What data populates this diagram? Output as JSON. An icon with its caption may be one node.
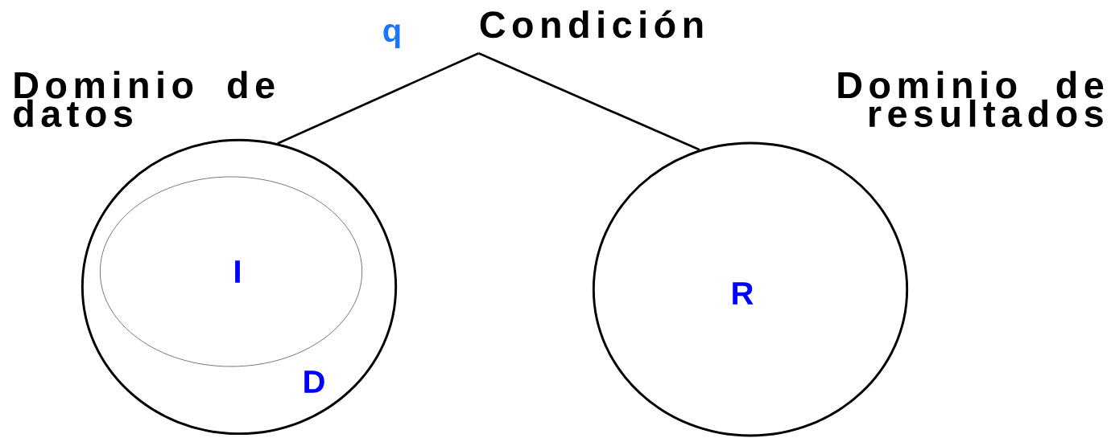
{
  "diagram": {
    "nodes": [
      {
        "text": [
          "Dominio de datos",
          "D"
        ]
      },
      {
        "text": [
          "I"
        ],
        "in": 0
      },
      {
        "text": [
          "Dominio de resultados",
          "R"
        ]
      },
      {
        "text": [
          "Condición"
        ],
        "beside": [
          "q"
        ]
      }
    ],
    "edges": [
      {
        "from": 3,
        "to": 0,
        "arrow": "none"
      },
      {
        "from": 3,
        "to": 2,
        "arrow": "none"
      }
    ]
  }
}
